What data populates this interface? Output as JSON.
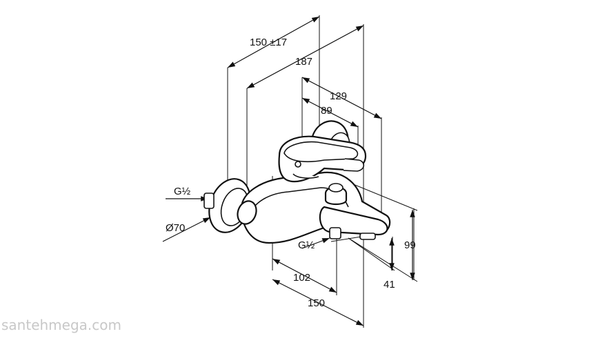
{
  "dimensions": {
    "d_150_pm": "150 ±17",
    "d_187": "187",
    "d_129": "129",
    "d_89": "89",
    "d_g_half_top": "G½",
    "d_dia70": "Ø70",
    "d_g_half_bottom": "G½",
    "d_102": "102",
    "d_150": "150",
    "d_99": "99",
    "d_41": "41"
  },
  "watermark": "santehmega.com"
}
